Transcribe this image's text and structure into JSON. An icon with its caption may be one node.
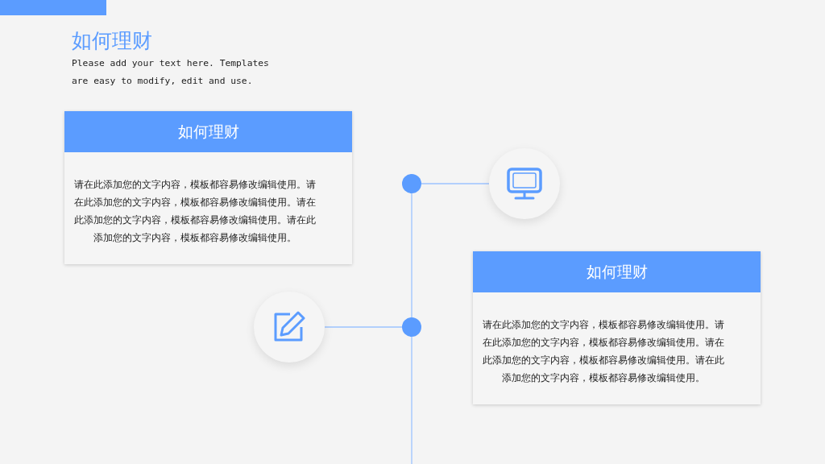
{
  "diagram": {
    "title": "如何理财",
    "nodes": [
      {
        "text": [
          "如何理财",
          "请在此添加您的文字内容，模板都容易修改编辑使用。请在此添加您的文字内容，模板都容易修改编辑使用。请在此添加您的文字内容，模板都容易修改编辑使用。请在此添加您的文字内容，模板都容易修改编辑使用。"
        ]
      },
      {
        "text": [],
        "shape": "circle"
      },
      {
        "text": [],
        "shape": "circle"
      },
      {
        "text": [
          "如何理财",
          "请在此添加您的文字内容，模板都容易修改编辑使用。请在此添加您的文字内容，模板都容易修改编辑使用。请在此添加您的文字内容，模板都容易修改编辑使用。请在此添加您的文字内容，模板都容易修改编辑使用。"
        ]
      },
      {
        "text": [],
        "shape": "circle"
      },
      {
        "text": [],
        "shape": "circle"
      }
    ],
    "edges": [
      {
        "from": 1,
        "to": 2,
        "arrow": "none"
      },
      {
        "from": 1,
        "to": 5,
        "arrow": "none"
      },
      {
        "from": 4,
        "to": 5,
        "arrow": "none"
      },
      {
        "from": 5,
        "to": null,
        "arrow": "none"
      }
    ],
    "labels": [
      "Please add your text here. Templates are easy to modify, edit and use."
    ]
  }
}
